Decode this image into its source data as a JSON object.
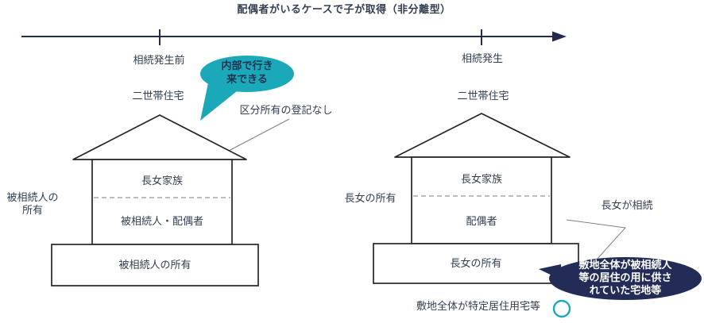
{
  "title": "配偶者がいるケースで子が取得（非分離型）",
  "timeline": {
    "before_label": "相続発生前",
    "event_label": "相続発生"
  },
  "left_house": {
    "type_label": "二世帯住宅",
    "upper_label": "長女家族",
    "lower_label": "被相続人・配偶者",
    "base_label": "被相続人の所有",
    "side_label_line1": "被相続人の",
    "side_label_line2": "所有"
  },
  "right_house": {
    "type_label": "二世帯住宅",
    "upper_label": "長女家族",
    "lower_label": "配偶者",
    "base_label": "長女の所有",
    "side_label": "長女の所有"
  },
  "callouts": {
    "interior_bubble_line1": "内部で行き",
    "interior_bubble_line2": "来できる",
    "no_partition_registration": "区分所有の登記なし",
    "daughter_inherits": "長女が相続",
    "site_bubble_line1": "敷地全体が被相続人",
    "site_bubble_line2": "等の居住の用に供さ",
    "site_bubble_line3": "れていた宅地等"
  },
  "footer": {
    "note": "敷地全体が特定居住用宅等"
  },
  "colors": {
    "text_navy": "#333F50",
    "timeline_navy": "#232C4E",
    "teal_accent": "#1BA9BA",
    "dark_bubble_navy": "#222C56",
    "outline_dark": "#262626",
    "dashed_gray": "#A6A6A6",
    "leader_gray": "#808080"
  }
}
